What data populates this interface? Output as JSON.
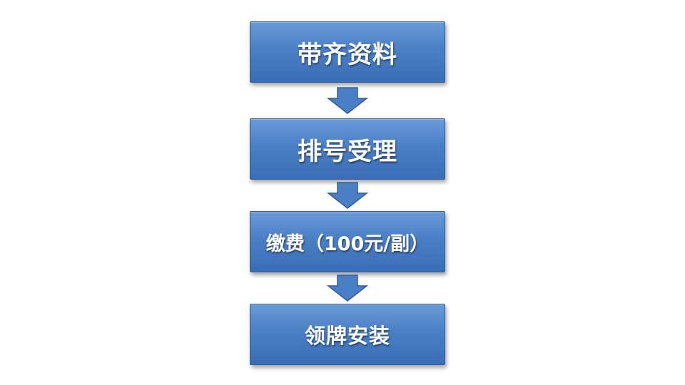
{
  "flow": {
    "steps": [
      {
        "label": "带齐资料"
      },
      {
        "label": "排号受理"
      },
      {
        "label": "缴费（100元/副）"
      },
      {
        "label": "领牌安装"
      }
    ],
    "box_color": "#4a7fc6",
    "arrow_color": "#4a7fc6",
    "arrow_icon": "down-arrow-icon"
  }
}
